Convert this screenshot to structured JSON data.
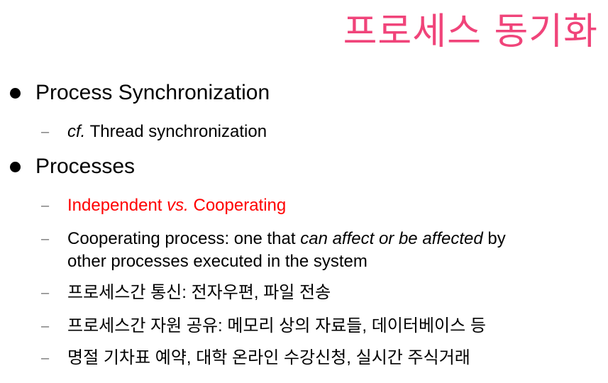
{
  "title": "프로세스 동기화",
  "colors": {
    "title": "#f0447a",
    "highlight": "#ff0000"
  },
  "bullets": [
    {
      "text": "Process Synchronization",
      "subs": [
        {
          "italic_prefix": "cf.",
          "text": " Thread synchronization"
        }
      ]
    },
    {
      "text": "Processes",
      "subs": [
        {
          "part1": "Independent ",
          "italic": "vs.",
          "part2": " Cooperating"
        },
        {
          "part1": "Cooperating process: one that ",
          "italic": "can affect or be affected",
          "part2": " by",
          "line2": "other processes executed in the system"
        },
        {
          "text": "프로세스간 통신: 전자우편, 파일 전송"
        },
        {
          "text": "프로세스간 자원 공유: 메모리 상의 자료들, 데이터베이스 등"
        },
        {
          "text": "명절 기차표 예약, 대학 온라인 수강신청, 실시간 주식거래"
        }
      ]
    }
  ],
  "dash": "–"
}
